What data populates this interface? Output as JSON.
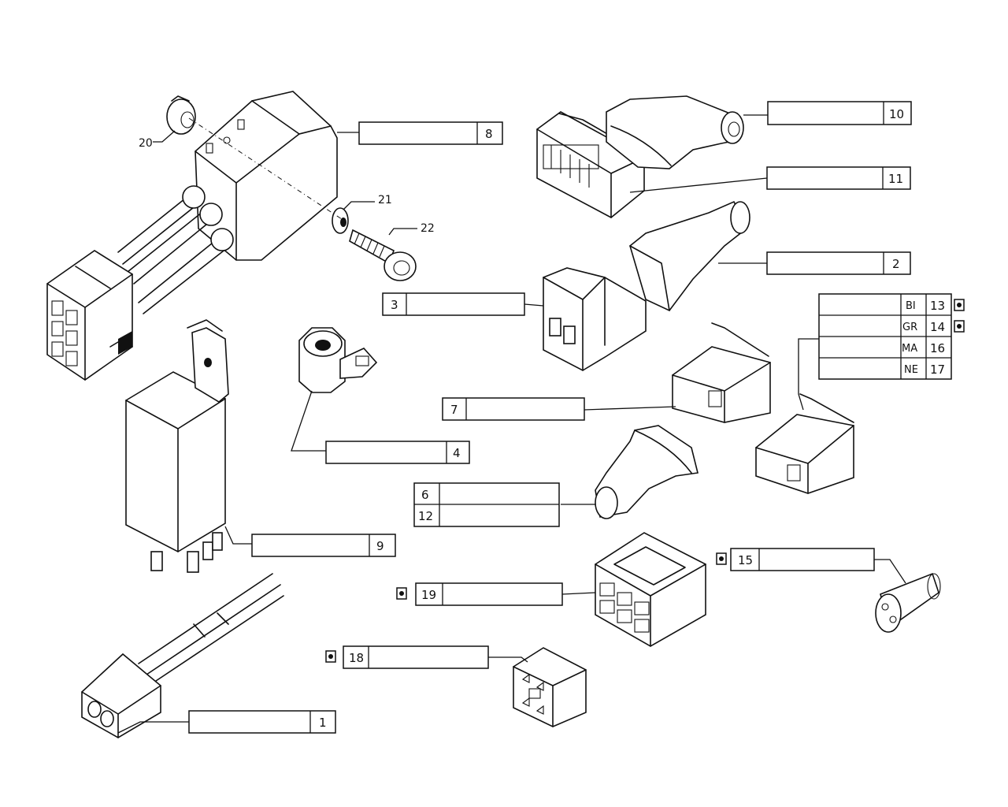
{
  "callouts": {
    "n1": "1",
    "n2": "2",
    "n3": "3",
    "n4": "4",
    "n6": "6",
    "n7": "7",
    "n8": "8",
    "n9": "9",
    "n10": "10",
    "n11": "11",
    "n12": "12",
    "n13": "13",
    "n14": "14",
    "n15": "15",
    "n16": "16",
    "n17": "17",
    "n18": "18",
    "n19": "19",
    "n20": "20",
    "n21": "21",
    "n22": "22"
  },
  "color_codes": {
    "bi": "BI",
    "gr": "GR",
    "ma": "MA",
    "ne": "NE"
  },
  "colors": {
    "line": "#111111",
    "background": "#ffffff"
  }
}
